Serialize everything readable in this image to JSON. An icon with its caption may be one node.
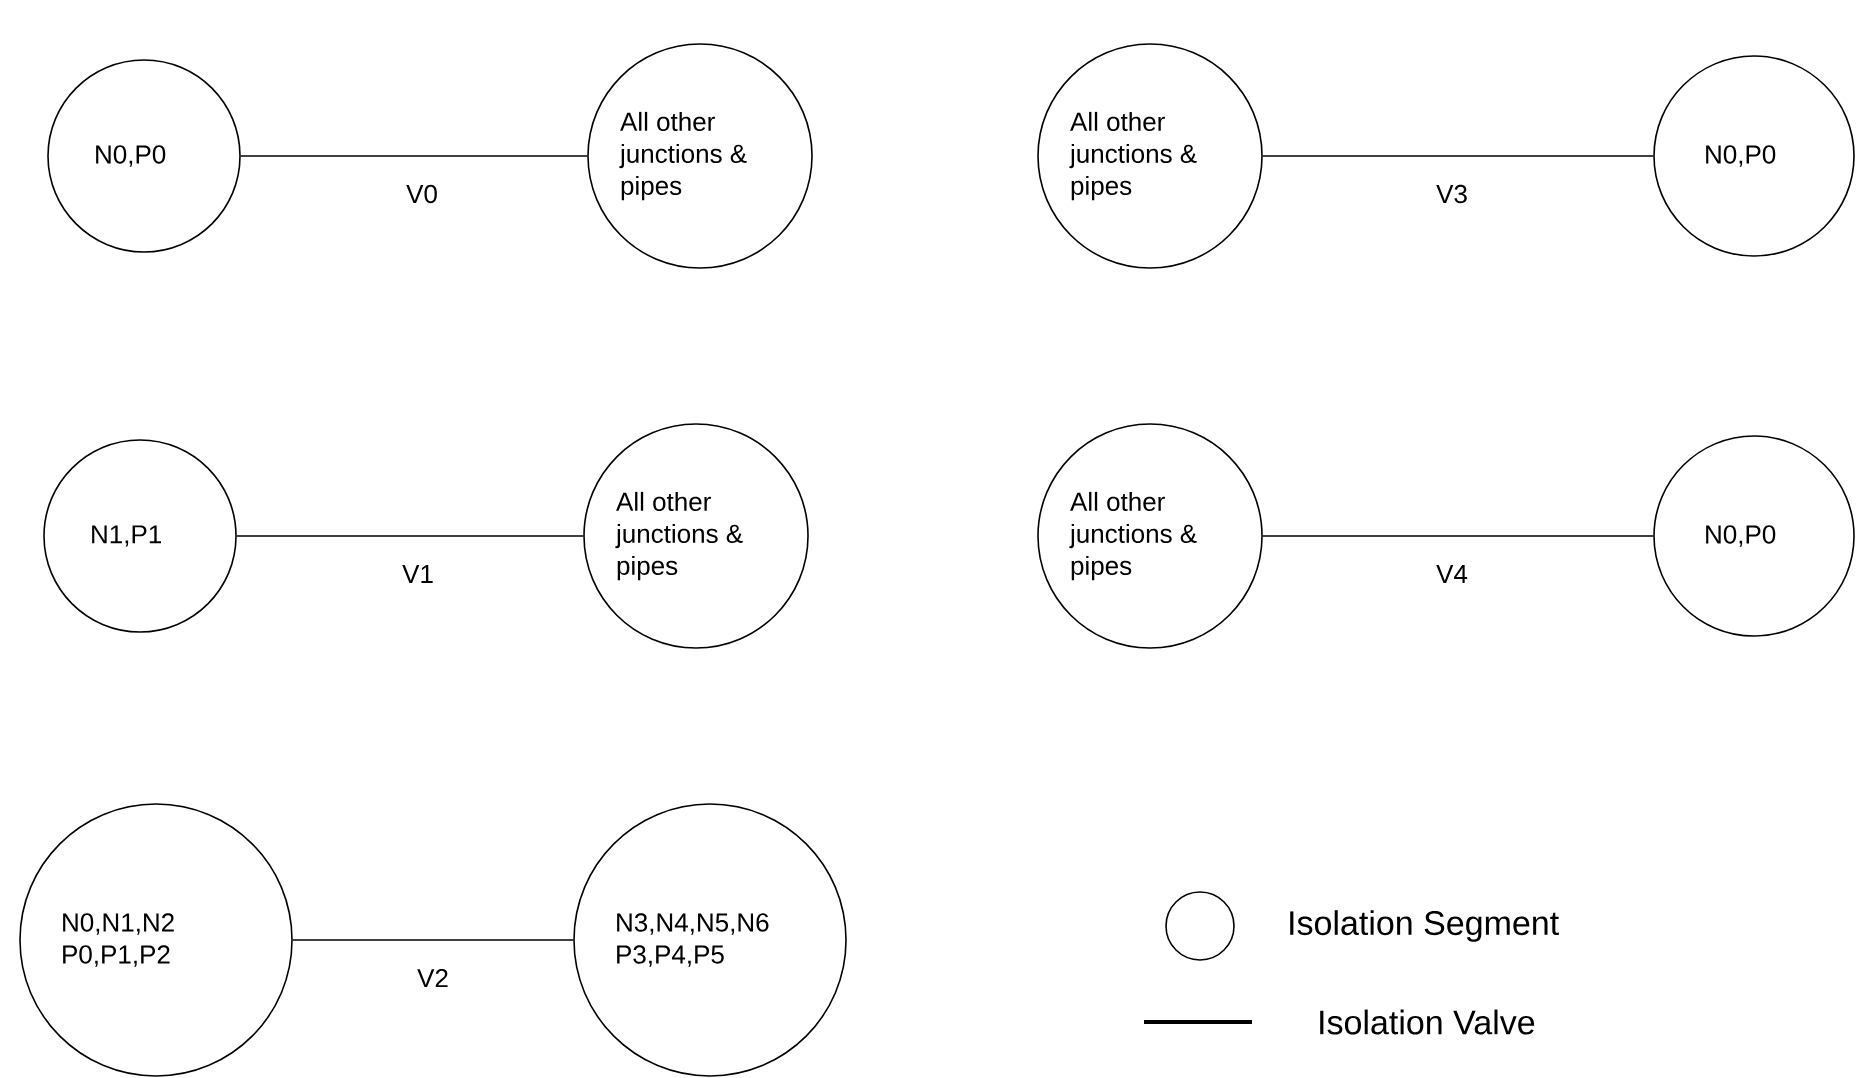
{
  "diagram": {
    "nodes": [
      {
        "text": [
          "N0,P0"
        ]
      },
      {
        "text": [
          "All other junctions & pipes"
        ]
      },
      {
        "text": [
          "All other junctions & pipes"
        ]
      },
      {
        "text": [
          "N0,P0"
        ]
      },
      {
        "text": [
          "N1,P1"
        ]
      },
      {
        "text": [
          "All other junctions & pipes"
        ]
      },
      {
        "text": [
          "All other junctions & pipes"
        ]
      },
      {
        "text": [
          "N0,P0"
        ]
      },
      {
        "text": [
          "N0,N1,N2 P0,P1,P2"
        ]
      },
      {
        "text": [
          "N3,N4,N5,N6 P3,P4,P5"
        ]
      }
    ],
    "edges": [
      {
        "from": 0,
        "to": 1,
        "arrow": "none",
        "label": "V0"
      },
      {
        "from": 2,
        "to": 3,
        "arrow": "none",
        "label": "V3"
      },
      {
        "from": 4,
        "to": 5,
        "arrow": "none",
        "label": "V1"
      },
      {
        "from": 6,
        "to": 7,
        "arrow": "none",
        "label": "V4"
      },
      {
        "from": 8,
        "to": 9,
        "arrow": "none",
        "label": "V2"
      }
    ],
    "legend": [
      {
        "text": "Isolation Segment"
      },
      {
        "text": "Isolation Valve"
      }
    ]
  }
}
